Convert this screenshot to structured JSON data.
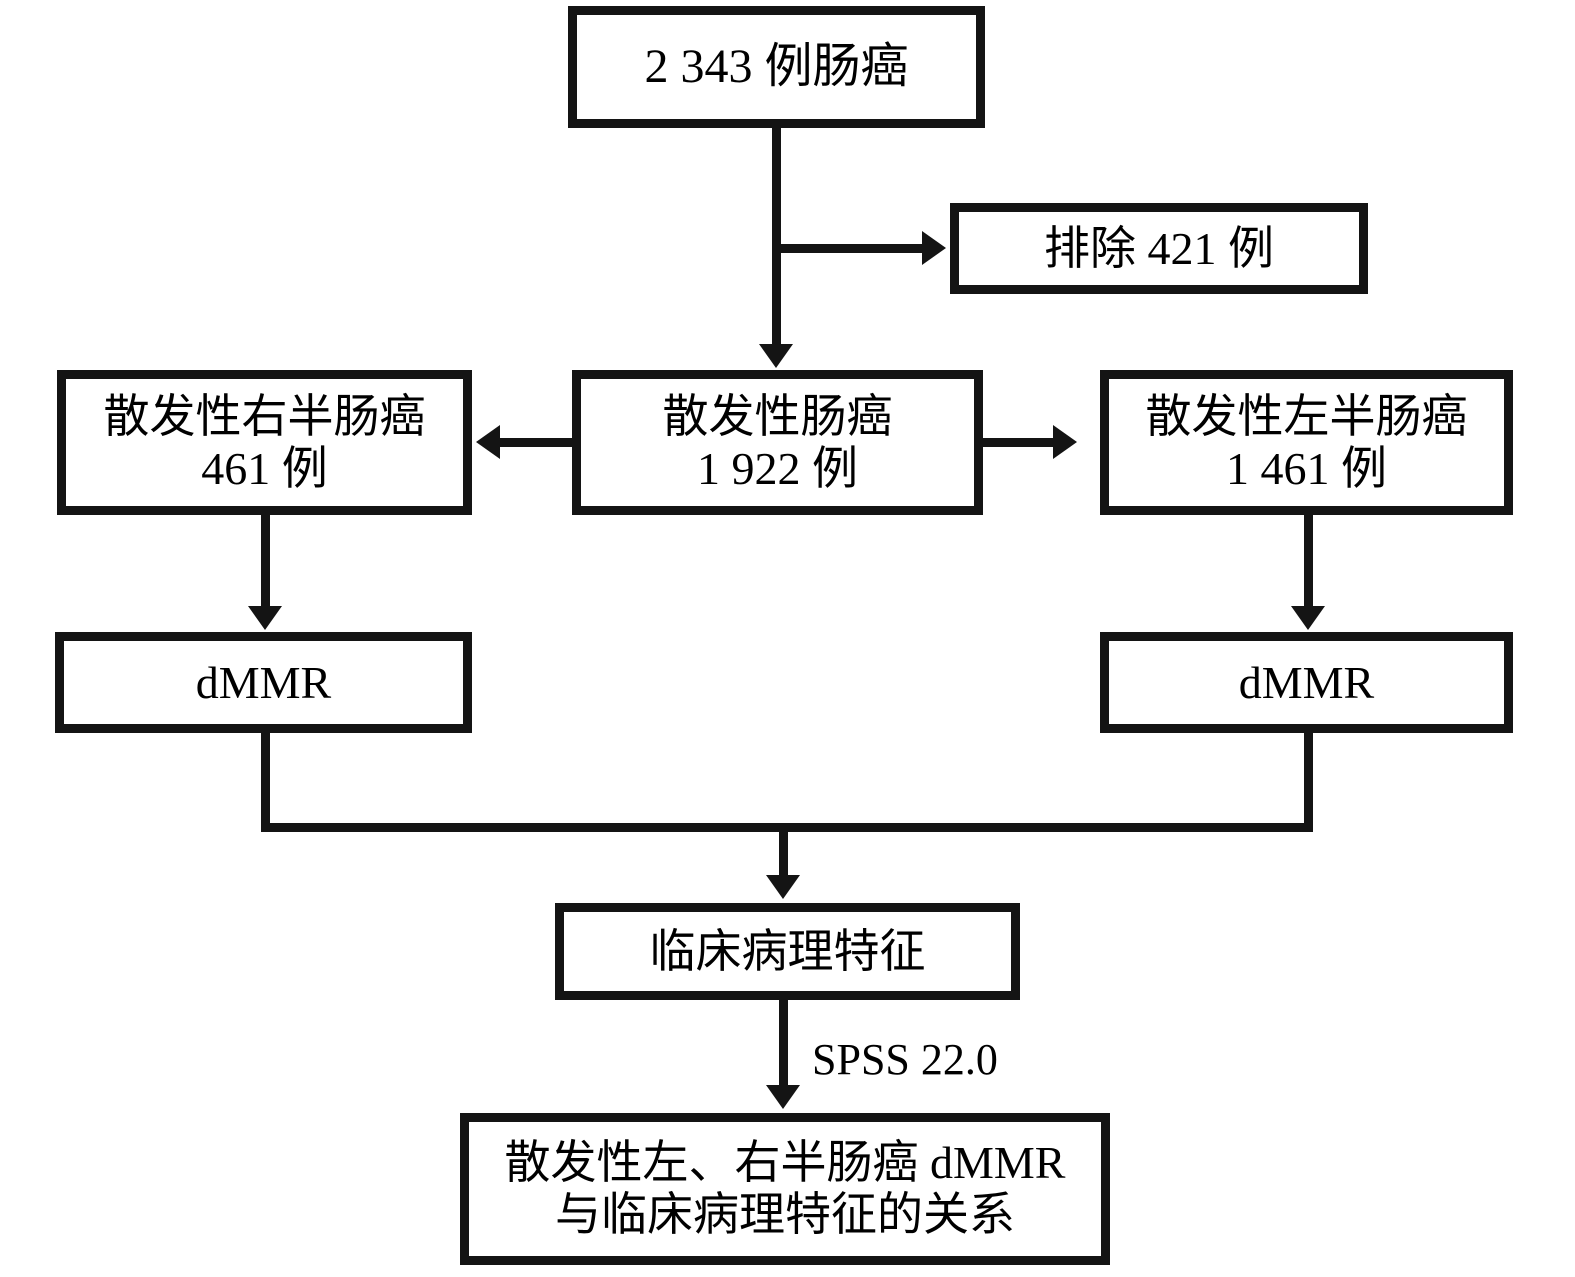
{
  "diagram": {
    "type": "flowchart",
    "title_text": "",
    "colors": {
      "stroke": "#141414",
      "fill": "#ffffff",
      "text": "#000000"
    },
    "nodes": {
      "total": "2 343 例肠癌",
      "excluded": "排除 421 例",
      "right_colon": "散发性右半肠癌\n461 例",
      "sporadic": "散发性肠癌\n1 922 例",
      "left_colon": "散发性左半肠癌\n1 461 例",
      "dmmr_right": "dMMR",
      "dmmr_left": "dMMR",
      "clinpath": "临床病理特征",
      "conclusion": "散发性左、右半肠癌 dMMR\n与临床病理特征的关系"
    },
    "edge_labels": {
      "spss": "SPSS 22.0"
    }
  }
}
